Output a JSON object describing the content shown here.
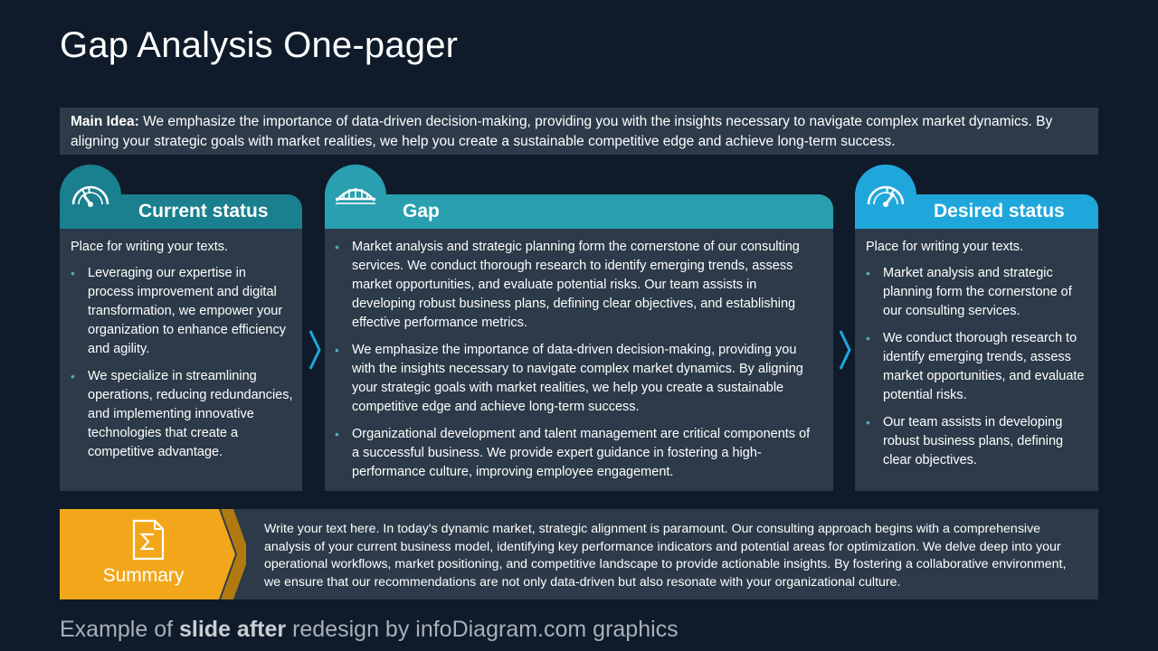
{
  "title": "Gap Analysis One-pager",
  "main_idea": {
    "label": "Main Idea:",
    "text": " We emphasize the importance of data-driven decision-making, providing you with the insights necessary to navigate complex market dynamics. By aligning your strategic goals with market realities, we help you create a sustainable competitive edge and achieve long-term success."
  },
  "columns": [
    {
      "heading": "Current status",
      "icon": "gauge-low-icon",
      "color": "#1a7f8e",
      "lead": "Place for writing your texts.",
      "bullets": [
        "Leveraging our expertise in process improvement and digital transformation, we empower your organization to enhance efficiency and agility.",
        "We specialize in streamlining operations, reducing redundancies, and implementing innovative technologies that create a competitive advantage."
      ]
    },
    {
      "heading": "Gap",
      "icon": "bridge-icon",
      "color": "#2a9fb0",
      "bullets": [
        "Market analysis and strategic planning form the cornerstone of our consulting services. We conduct thorough research to identify emerging trends, assess market opportunities, and evaluate potential risks. Our team assists in developing robust business plans, defining clear objectives, and establishing effective performance metrics.",
        "We emphasize the importance of data-driven decision-making, providing you with the insights necessary to navigate complex market dynamics. By aligning your strategic goals with market realities, we help you create a sustainable competitive edge and achieve long-term success.",
        "Organizational development and talent management are critical components of a successful business. We provide expert guidance in fostering a high-performance culture, improving employee engagement."
      ]
    },
    {
      "heading": "Desired status",
      "icon": "gauge-high-icon",
      "color": "#1fa7dc",
      "lead": "Place for writing your texts.",
      "bullets": [
        "Market analysis and strategic planning form the cornerstone of our consulting services.",
        "We conduct thorough research to identify emerging trends, assess market opportunities, and evaluate potential risks.",
        "Our team assists in developing robust business plans, defining clear objectives."
      ]
    }
  ],
  "summary": {
    "label": "Summary",
    "icon": "sum-document-icon",
    "color": "#f2a71b",
    "text": "Write your text here. In today's dynamic market, strategic alignment is paramount. Our consulting approach begins with a comprehensive analysis of your current business model, identifying key performance indicators and potential areas for optimization. We delve deep into your operational workflows, market positioning, and competitive landscape to provide actionable insights. By fostering a collaborative environment, we ensure that our recommendations are not only data-driven but also resonate with your organizational culture."
  },
  "footer": {
    "prefix": "Example of ",
    "bold": "slide after",
    "suffix": " redesign by infoDiagram.com graphics"
  }
}
